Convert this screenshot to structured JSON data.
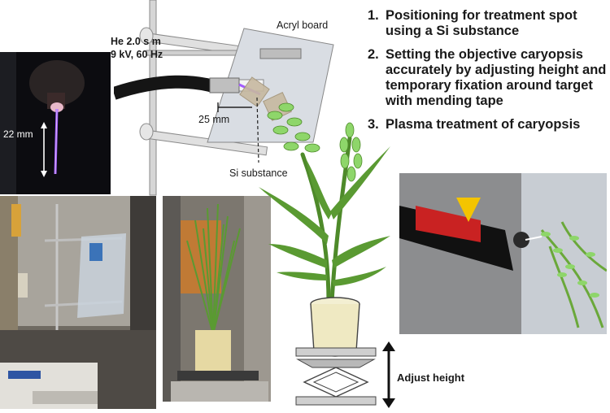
{
  "steps": [
    {
      "num": "1.",
      "text": "Positioning for treatment spot using a Si substance"
    },
    {
      "num": "2.",
      "text": "Setting the objective caryopsis accurately by adjusting height and temporary fixation around target with mending tape"
    },
    {
      "num": "3.",
      "text": "Plasma treatment of caryopsis"
    }
  ],
  "labels": {
    "he_line1": "He 2.0 s m",
    "he_line2": "9 kV, 60 Hz",
    "acryl_board": "Acryl board",
    "distance": "25 mm",
    "si_substance": "Si substance",
    "adjust_height": "Adjust height",
    "plasma_length": "22 mm"
  },
  "colors": {
    "text": "#1a1a1a",
    "plasma": "#a35bff",
    "plant_green": "#5a9a32",
    "pot": "#efe9c2",
    "board": "#d9dde3"
  }
}
